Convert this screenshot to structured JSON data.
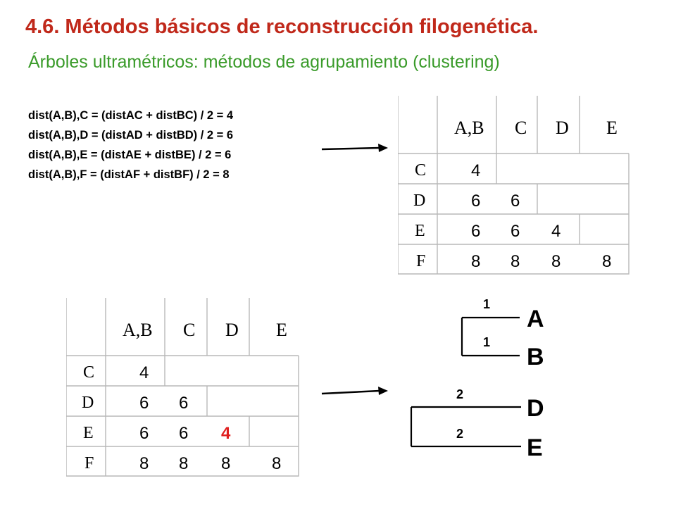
{
  "title": "4.6. Métodos básicos de reconstrucción filogenética.",
  "subtitle": "Árboles ultramétricos: métodos de agrupamiento (clustering)",
  "formulas": [
    "dist(A,B),C = (distAC + distBC) / 2 = 4",
    "dist(A,B),D = (distAD + distBD) / 2 = 6",
    "dist(A,B),E = (distAE + distBE) / 2 = 6",
    "dist(A,B),F = (distAF + distBF) / 2 = 8"
  ],
  "matrix": {
    "columns": [
      "A,B",
      "C",
      "D",
      "E"
    ],
    "rows": [
      {
        "label": "C",
        "values": [
          "4"
        ]
      },
      {
        "label": "D",
        "values": [
          "6",
          "6"
        ]
      },
      {
        "label": "E",
        "values": [
          "6",
          "6",
          "4"
        ]
      },
      {
        "label": "F",
        "values": [
          "8",
          "8",
          "8",
          "8"
        ]
      }
    ]
  },
  "matrix2_highlight": {
    "row": 2,
    "col": 2,
    "color": "#e02020"
  },
  "tree_ab": {
    "leaves": [
      "A",
      "B"
    ],
    "branch_lengths": [
      "1",
      "1"
    ]
  },
  "tree_de": {
    "leaves": [
      "D",
      "E"
    ],
    "branch_lengths": [
      "2",
      "2"
    ]
  },
  "colors": {
    "title": "#c0281a",
    "subtitle": "#3a9b2a",
    "highlight": "#e02020"
  }
}
